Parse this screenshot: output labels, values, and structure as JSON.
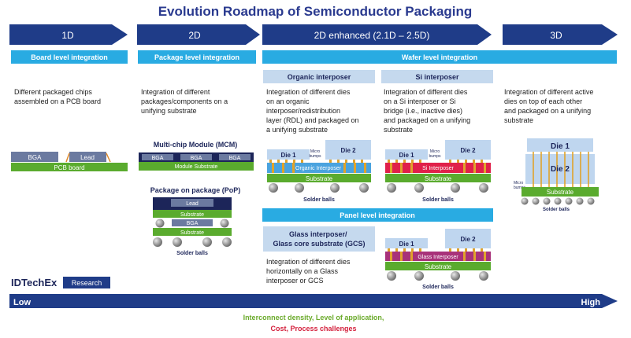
{
  "title": "Evolution Roadmap of Semiconductor Packaging",
  "stages": [
    {
      "label": "1D"
    },
    {
      "label": "2D"
    },
    {
      "label": "2D enhanced (2.1D – 2.5D)"
    },
    {
      "label": "3D"
    }
  ],
  "bands": {
    "board": "Board level integration",
    "package": "Package level integration",
    "wafer": "Wafer level integration",
    "panel": "Panel level integration"
  },
  "subheaders": {
    "organic": "Organic interposer",
    "si": "Si interposer",
    "glass_line1": "Glass interposer/",
    "glass_line2": "Glass core substrate (GCS)"
  },
  "descriptions": {
    "d1": [
      "Different packaged chips",
      "assembled on a PCB board"
    ],
    "d2": [
      "Integration of different",
      "packages/components on a",
      "unifying substrate"
    ],
    "organic": [
      "Integration of different dies",
      "on an organic",
      "interposer/redistribution",
      "layer (RDL) and packaged on",
      "a unifying substrate"
    ],
    "si": [
      "Integration of different dies",
      "on a Si interposer or Si",
      "bridge (i.e., inactive dies)",
      "and packaged on a  unifying",
      "substrate"
    ],
    "d3": [
      "Integration of different active",
      "dies on top of each other",
      "and packaged on a unifying",
      "substrate"
    ],
    "glass": [
      "Integration of different dies",
      "horizontally on a Glass",
      "interposer or GCS"
    ]
  },
  "diagram_labels": {
    "bga": "BGA",
    "lead": "Lead",
    "pcb_board": "PCB board",
    "mcm_title": "Multi-chip Module (MCM)",
    "module_substrate": "Module Substrate",
    "pop_title": "Package on package (PoP)",
    "substrate": "Substrate",
    "solder_balls": "Solder balls",
    "die1": "Die 1",
    "die2": "Die 2",
    "micro": "Micro",
    "bumps": "bumps",
    "organic_interposer": "Organic Interposer",
    "si_interposer": "Si Interposer",
    "glass_interposer": "Glass Interposer"
  },
  "logo": {
    "brand": "IDTechEx",
    "suffix": "Research"
  },
  "axis": {
    "low": "Low",
    "high": "High"
  },
  "footer": {
    "line1": "Interconnect density, Level of application,",
    "line2": "Cost, Process challenges"
  },
  "colors": {
    "title": "#2a3a8f",
    "arrow": "#1f3c88",
    "band": "#29abe2",
    "subheader": "#c5d9ee",
    "green": "#5aab2e",
    "navy": "#1c2559",
    "die": "#bfd6ef",
    "interposer_organic": "#4aa3df",
    "interposer_si": "#e0204a",
    "interposer_glass": "#a8327a",
    "footer_green": "#6aaa2a",
    "footer_red": "#d4213d"
  }
}
